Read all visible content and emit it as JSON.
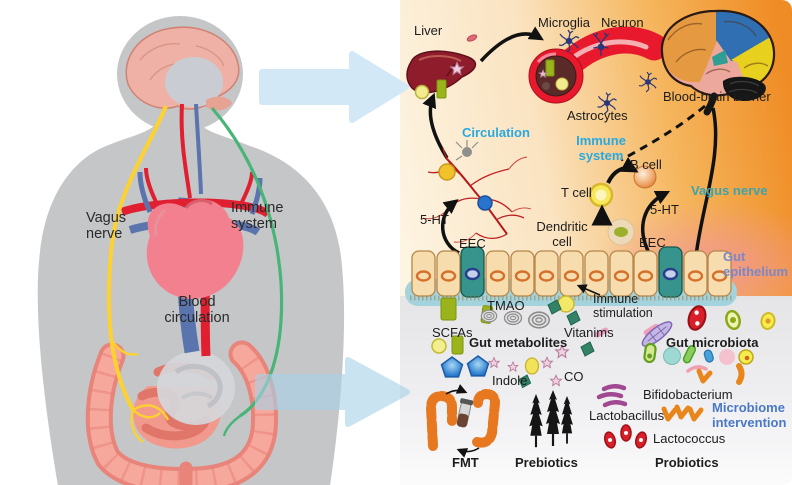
{
  "body_panel": {
    "vagus_nerve": "Vagus\nnerve",
    "immune_system": "Immune\nsystem",
    "blood_circulation": "Blood\ncirculation"
  },
  "gut_brain_panel": {
    "liver": "Liver",
    "microglia": "Microglia",
    "neuron": "Neuron",
    "blood_brain_barrier": "Blood-brain barrier",
    "astrocytes": "Astrocytes",
    "circulation": "Circulation",
    "immune_system": "Immune\nsystem",
    "b_cell": "B cell",
    "t_cell": "T cell",
    "dendritic_cell": "Dendritic\ncell",
    "serotonin_left": "5-HT",
    "serotonin_right": "5-HT",
    "eec_left": "EEC",
    "eec_right": "EEC",
    "vagus_nerve": "Vagus nerve",
    "gut_epithelium": "Gut\nepithelium",
    "immune_stimulation": "Immune\nstimulation"
  },
  "microbiome_panel": {
    "scfas": "SCFAs",
    "tmao": "TMAO",
    "gut_metabolites": "Gut metabolites",
    "vitanims": "Vitanims",
    "indole": "Indole",
    "co": "CO",
    "gut_microbiota": "Gut microbiota",
    "bifidobacterium": "Bifidobacterium",
    "lactobacillus": "Lactobacillus",
    "microbiome_intervention": "Microbiome\nintervention",
    "lactococcus": "Lactococcus",
    "fmt": "FMT",
    "prebiotics": "Prebiotics",
    "probiotics": "Probiotics"
  },
  "colors": {
    "accent_cyan": "#29a9e0",
    "accent_teal": "#3ba4ad",
    "accent_purple": "#7d87c5",
    "accent_blue": "#4a78c8",
    "panel_orange": "#ef8c25",
    "panel_gray": "#ebebed",
    "flow_arrow_blue": "#d3e8f7",
    "vessel_red": "#e8192c",
    "eec_teal": "#37948c"
  }
}
